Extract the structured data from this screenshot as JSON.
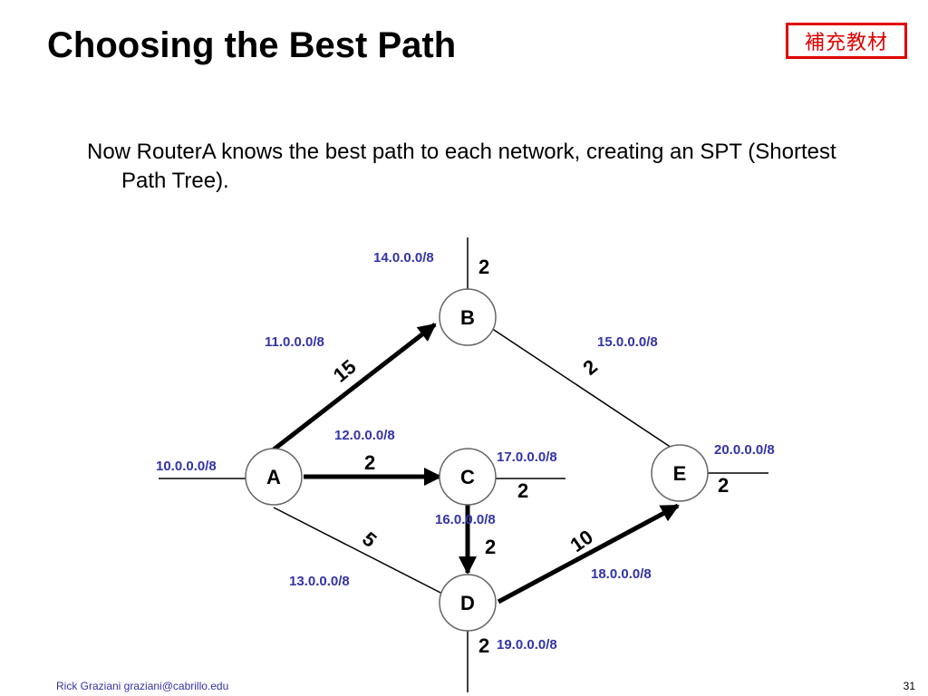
{
  "title": "Choosing the Best Path",
  "stamp": "補充教材",
  "body": "Now RouterA knows the best path to each network, creating an SPT (Shortest Path Tree).",
  "colors": {
    "network_label": "#3333aa",
    "stamp": "#e00000",
    "links": "#000000"
  },
  "routers": {
    "A": "A",
    "B": "B",
    "C": "C",
    "D": "D",
    "E": "E"
  },
  "networks": {
    "n10": "10.0.0.0/8",
    "n11": "11.0.0.0/8",
    "n12": "12.0.0.0/8",
    "n13": "13.0.0.0/8",
    "n14": "14.0.0.0/8",
    "n15": "15.0.0.0/8",
    "n16": "16.0.0.0/8",
    "n17": "17.0.0.0/8",
    "n18": "18.0.0.0/8",
    "n19": "19.0.0.0/8",
    "n20": "20.0.0.0/8"
  },
  "costs": {
    "b_stub": "2",
    "a_b": "15",
    "b_e": "2",
    "a_c": "2",
    "c_stub": "2",
    "e_stub": "2",
    "c_d": "2",
    "a_d": "5",
    "d_e": "10",
    "d_stub": "2"
  },
  "footer": {
    "author": "Rick Graziani  graziani@cabrillo.edu",
    "page": "31"
  }
}
